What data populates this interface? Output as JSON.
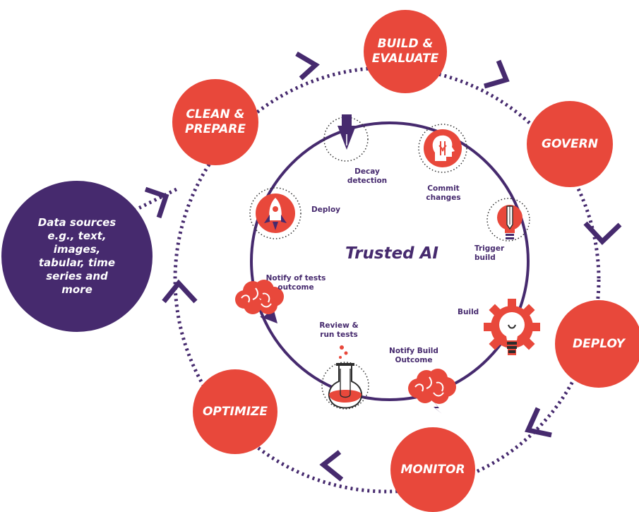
{
  "center": {
    "title": "Trusted AI"
  },
  "source": {
    "label": "Data sources\ne.g., text,\nimages,\ntabular, time\nseries and\nmore"
  },
  "stages": {
    "build_evaluate": "BUILD &\nEVALUATE",
    "govern": "GOVERN",
    "deploy": "DEPLOY",
    "monitor": "MONITOR",
    "optimize": "OPTIMIZE",
    "clean_prepare": "CLEAN &\nPREPARE"
  },
  "steps": {
    "decay_detection": "Decay\ndetection",
    "commit_changes": "Commit\nchanges",
    "trigger_build": "Trigger\nbuild",
    "build": "Build",
    "notify_build_outcome": "Notify Build\nOutcome",
    "review_run_tests": "Review &\nrun tests",
    "notify_tests_outcome": "Notify of tests\noutcome",
    "deploy": "Deploy"
  },
  "colors": {
    "accent": "#e8483b",
    "purple": "#462a6e",
    "ink": "#2d2d2d"
  },
  "icons": {
    "decay_detection": "pen-nib-icon",
    "commit_changes": "head-icon",
    "trigger_build": "pencil-bulb-icon",
    "build": "gear-bulb-icon",
    "notify_build_outcome": "brain-icon",
    "review_run_tests": "flask-icon",
    "notify_tests_outcome": "brain-icon",
    "deploy": "rocket-icon"
  }
}
